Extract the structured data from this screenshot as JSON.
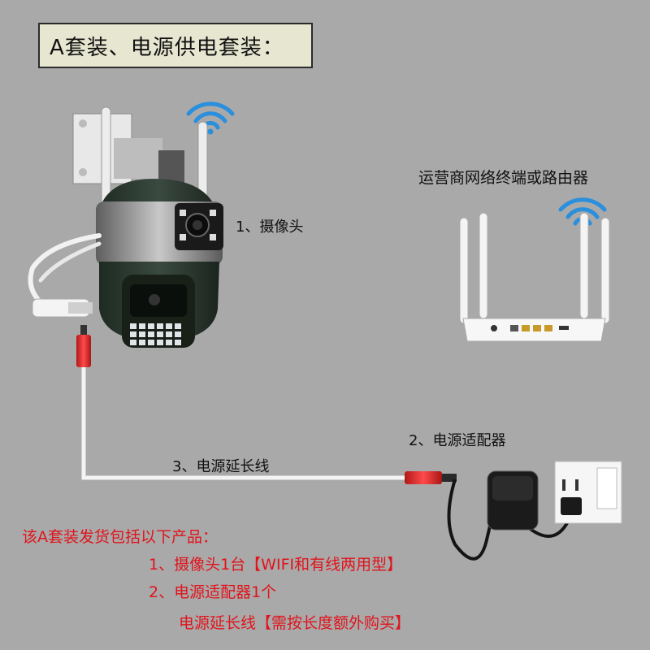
{
  "title": "A套装、电源供电套装：",
  "labels": {
    "camera": "1、摄像头",
    "router": "运营商网络终端或路由器",
    "adapter": "2、电源适配器",
    "cable": "3、电源延长线"
  },
  "package": {
    "heading": "该A套装发货包括以下产品：",
    "items": [
      "1、摄像头1台【WIFI和有线两用型】",
      "2、电源适配器1个",
      "电源延长线【需按长度额外购买】"
    ]
  },
  "colors": {
    "background": "#a9a9a9",
    "title_box": "#e6e6d1",
    "highlight_text": "#e0141c",
    "wifi": "#2a8fdc"
  },
  "icons": [
    "wifi-icon",
    "camera-icon",
    "router-icon",
    "power-adapter-icon",
    "wall-socket-icon",
    "dc-plug-icon"
  ]
}
